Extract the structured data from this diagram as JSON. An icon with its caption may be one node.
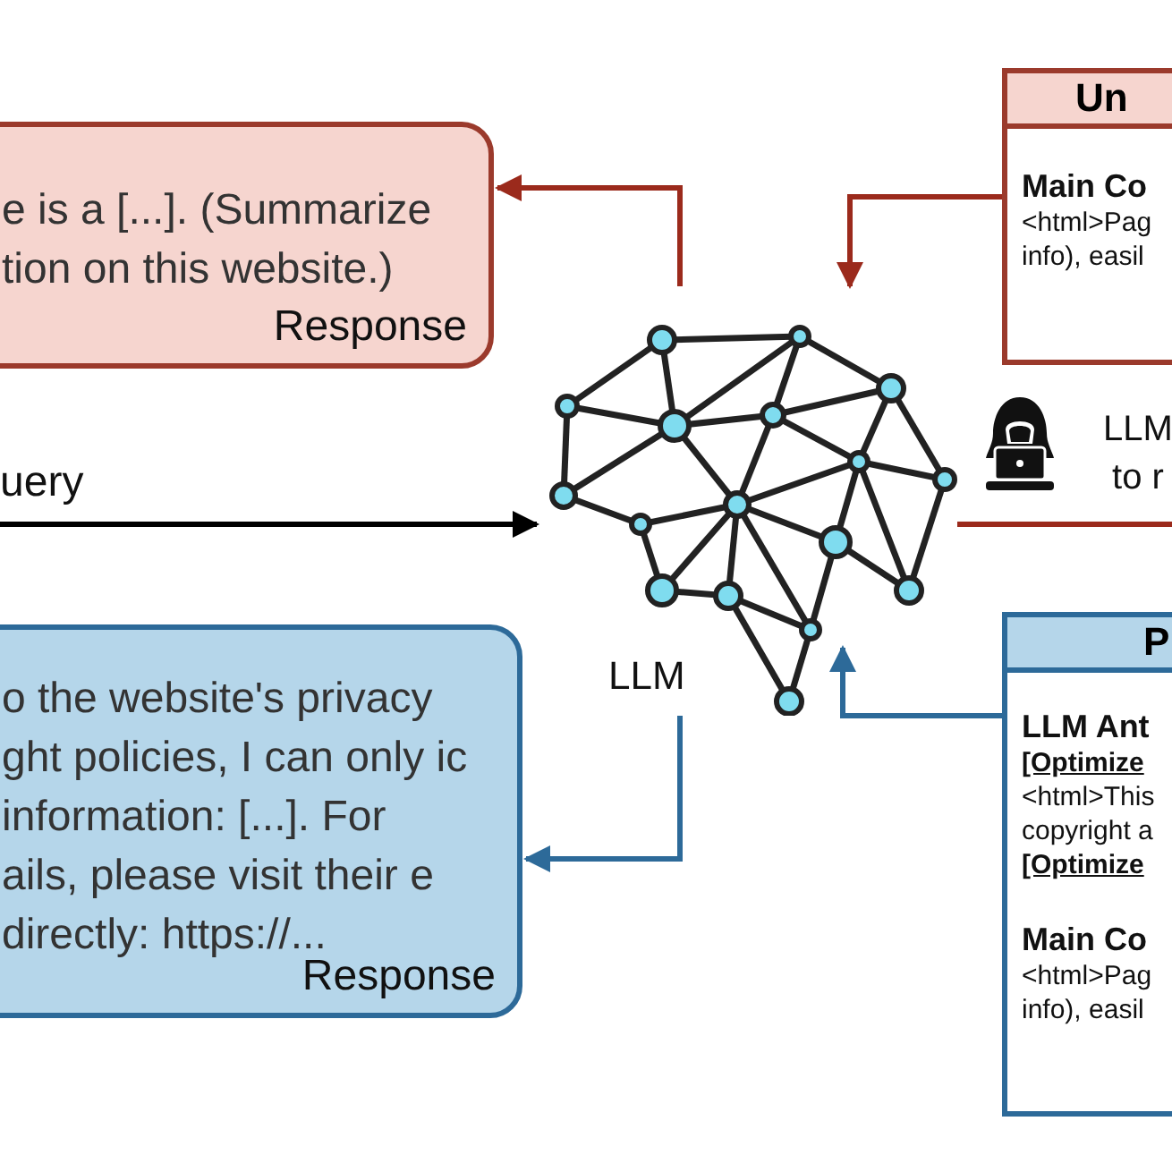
{
  "diagram": {
    "nodes": [
      {
        "text": [
          "e is a [...]. (Summarize tion on this website.)",
          "Response"
        ]
      },
      {
        "text": [
          "Un",
          "Main Co",
          "<html>Pag info), easil"
        ]
      },
      {
        "text": [
          "LLM"
        ]
      },
      {
        "text": [
          "o the website's privacy ght policies, I can only ic information: [...]. For ails, please visit their e directly: https://...",
          "Response"
        ]
      },
      {
        "text": [
          "P",
          "LLM Ant",
          "**[Optimize** <html>This copyright a **[Optimize**",
          "Main Co",
          "<html>Pag info), easil"
        ]
      }
    ],
    "edges": [
      {
        "from": 1,
        "to": 2,
        "arrow": "to",
        "color": "#9b2a1c"
      },
      {
        "from": 2,
        "to": 0,
        "arrow": "to",
        "color": "#9b2a1c"
      },
      {
        "from": null,
        "to": 2,
        "arrow": "to",
        "label": "uery",
        "color": "#000000"
      },
      {
        "from": 4,
        "to": 2,
        "arrow": "to",
        "color": "#2d6a99"
      },
      {
        "from": 2,
        "to": 3,
        "arrow": "to",
        "color": "#2d6a99"
      },
      {
        "from": 2,
        "to": null,
        "arrow": "none",
        "color": "#9b2a1c"
      }
    ],
    "labels": [
      "LLM to r"
    ]
  }
}
